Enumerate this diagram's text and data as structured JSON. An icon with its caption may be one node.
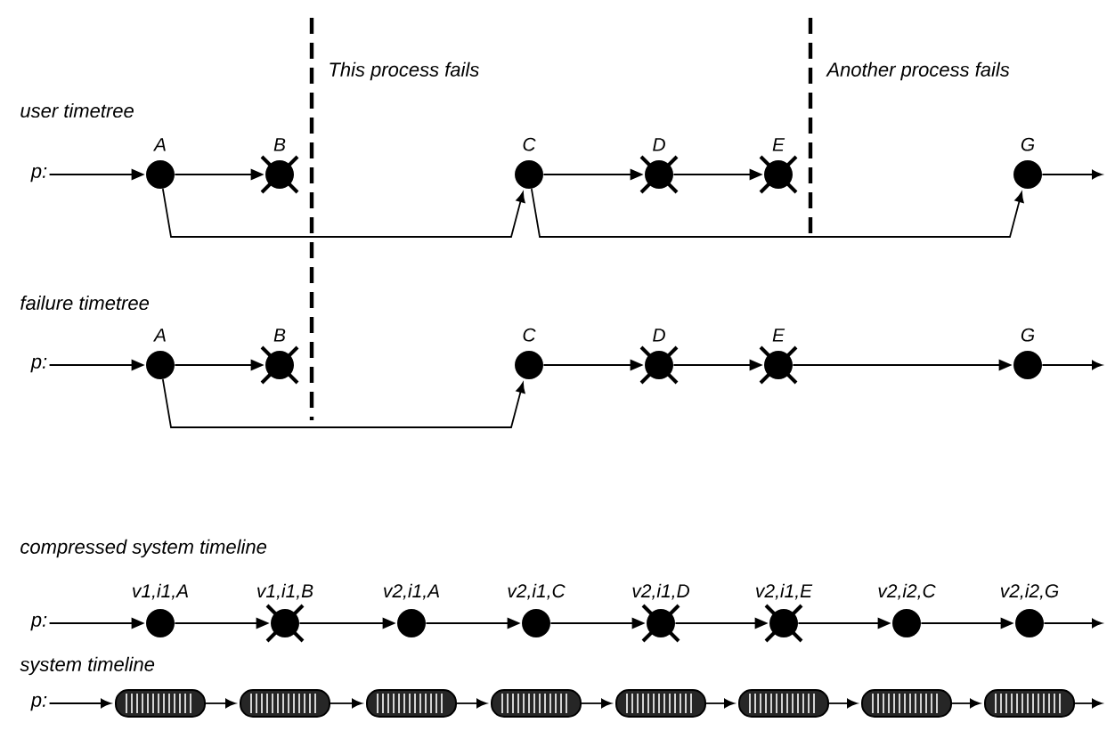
{
  "diagram": {
    "nodes": [
      {
        "text": [
          "p:"
        ]
      },
      {
        "text": [
          "A"
        ]
      },
      {
        "text": [
          "B"
        ]
      },
      {
        "text": [
          "C"
        ]
      },
      {
        "text": [
          "D"
        ]
      },
      {
        "text": [
          "E"
        ]
      },
      {
        "text": [
          "G"
        ]
      },
      {
        "text": [
          "p:"
        ]
      },
      {
        "text": [
          "A"
        ]
      },
      {
        "text": [
          "B"
        ]
      },
      {
        "text": [
          "C"
        ]
      },
      {
        "text": [
          "D"
        ]
      },
      {
        "text": [
          "E"
        ]
      },
      {
        "text": [
          "G"
        ]
      },
      {
        "text": [
          "p:"
        ]
      },
      {
        "text": [
          "v1,i1,A"
        ]
      },
      {
        "text": [
          "v1,i1,B"
        ]
      },
      {
        "text": [
          "v2,i1,A"
        ]
      },
      {
        "text": [
          "v2,i1,C"
        ]
      },
      {
        "text": [
          "v2,i1,D"
        ]
      },
      {
        "text": [
          "v2,i1,E"
        ]
      },
      {
        "text": [
          "v2,i2,C"
        ]
      },
      {
        "text": [
          "v2,i2,G"
        ]
      },
      {
        "text": [
          "p:"
        ]
      },
      {
        "text": [],
        "shape": "bar"
      },
      {
        "text": [],
        "shape": "bar"
      },
      {
        "text": [],
        "shape": "bar"
      },
      {
        "text": [],
        "shape": "bar"
      },
      {
        "text": [],
        "shape": "bar"
      },
      {
        "text": [],
        "shape": "bar"
      },
      {
        "text": [],
        "shape": "bar"
      },
      {
        "text": [],
        "shape": "bar"
      }
    ],
    "edges": [
      {
        "from": 0,
        "to": 1,
        "arrow": "to"
      },
      {
        "from": 1,
        "to": 2,
        "arrow": "to"
      },
      {
        "from": 3,
        "to": 4,
        "arrow": "to"
      },
      {
        "from": 4,
        "to": 5,
        "arrow": "to"
      },
      {
        "from": 6,
        "to": null,
        "arrow": "to"
      },
      {
        "from": 1,
        "to": 3,
        "arrow": "to"
      },
      {
        "from": 3,
        "to": 6,
        "arrow": "to"
      },
      {
        "from": 7,
        "to": 8,
        "arrow": "to"
      },
      {
        "from": 8,
        "to": 9,
        "arrow": "to"
      },
      {
        "from": 10,
        "to": 11,
        "arrow": "to"
      },
      {
        "from": 11,
        "to": 12,
        "arrow": "to"
      },
      {
        "from": 12,
        "to": 13,
        "arrow": "to"
      },
      {
        "from": 13,
        "to": null,
        "arrow": "to"
      },
      {
        "from": 8,
        "to": 10,
        "arrow": "to"
      },
      {
        "from": 14,
        "to": 15,
        "arrow": "to"
      },
      {
        "from": 15,
        "to": 16,
        "arrow": "to"
      },
      {
        "from": 16,
        "to": 17,
        "arrow": "to"
      },
      {
        "from": 17,
        "to": 18,
        "arrow": "to"
      },
      {
        "from": 18,
        "to": 19,
        "arrow": "to"
      },
      {
        "from": 19,
        "to": 20,
        "arrow": "to"
      },
      {
        "from": 20,
        "to": 21,
        "arrow": "to"
      },
      {
        "from": 21,
        "to": 22,
        "arrow": "to"
      },
      {
        "from": 22,
        "to": null,
        "arrow": "to"
      },
      {
        "from": 23,
        "to": 24,
        "arrow": "to"
      },
      {
        "from": 24,
        "to": 25,
        "arrow": "to"
      },
      {
        "from": 25,
        "to": 26,
        "arrow": "to"
      },
      {
        "from": 26,
        "to": 27,
        "arrow": "to"
      },
      {
        "from": 27,
        "to": 28,
        "arrow": "to"
      },
      {
        "from": 28,
        "to": 29,
        "arrow": "to"
      },
      {
        "from": 29,
        "to": 30,
        "arrow": "to"
      },
      {
        "from": 30,
        "to": 31,
        "arrow": "to"
      },
      {
        "from": 31,
        "to": null,
        "arrow": "to"
      }
    ],
    "labels": [
      "This process fails",
      "Another process fails",
      "user timetree",
      "failure timetree",
      "compressed system timeline",
      "system timeline"
    ]
  }
}
